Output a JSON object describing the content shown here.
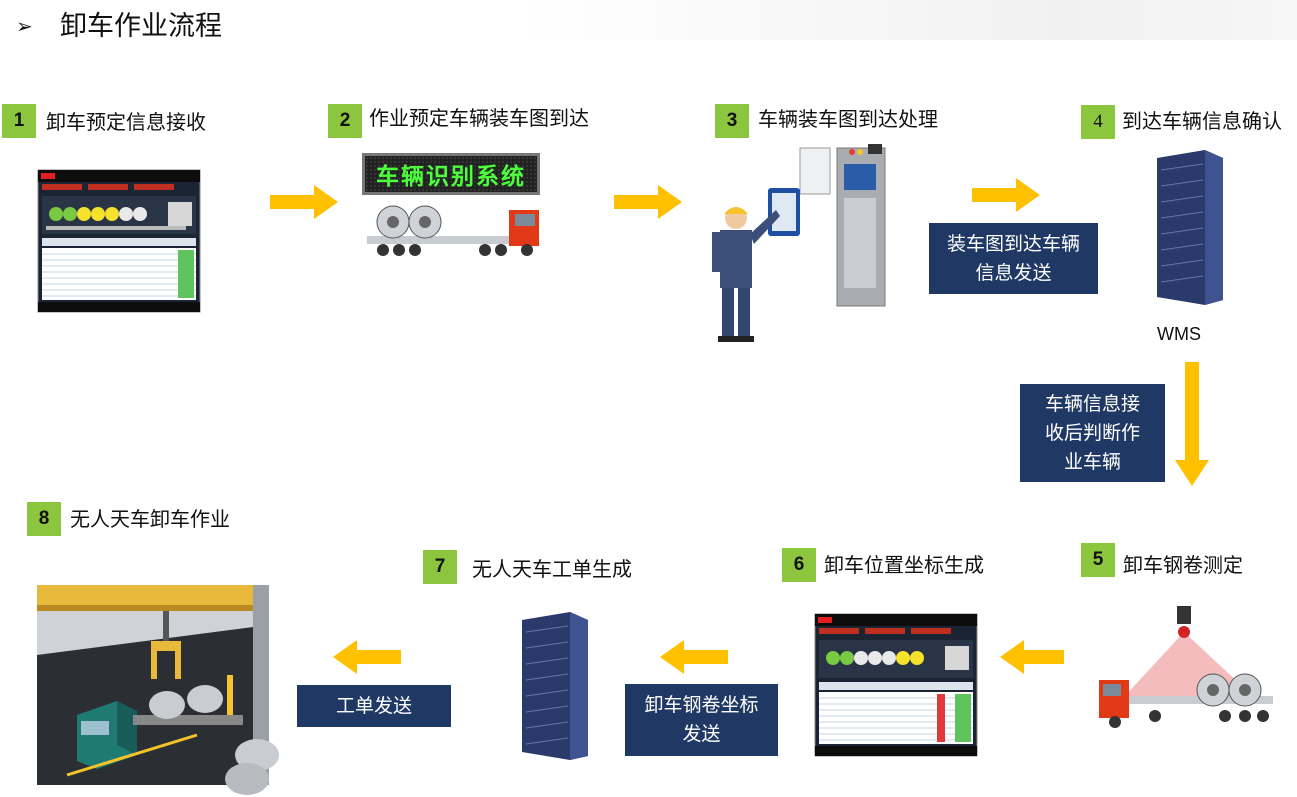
{
  "title": {
    "bullet": "➢",
    "text": "卸车作业流程"
  },
  "steps": [
    {
      "num": "1",
      "label": "卸车预定信息接收"
    },
    {
      "num": "2",
      "label": "作业预定车辆装车图到达"
    },
    {
      "num": "3",
      "label": "车辆装车图到达处理"
    },
    {
      "num": "4",
      "label": "到达车辆信息确认"
    },
    {
      "num": "5",
      "label": "卸车钢卷测定"
    },
    {
      "num": "6",
      "label": "卸车位置坐标生成"
    },
    {
      "num": "7",
      "label": "无人天车工单生成"
    },
    {
      "num": "8",
      "label": "无人天车卸车作业"
    }
  ],
  "messages": {
    "load_map_send": [
      "装车图到达车辆",
      "信息发送"
    ],
    "vehicle_judge": [
      "车辆信息接",
      "收后判断作",
      "业车辆"
    ],
    "coil_coord_send": [
      "卸车钢卷坐标",
      "发送"
    ],
    "work_order_send": [
      "工单发送"
    ]
  },
  "server_label": "WMS",
  "led_sign_text": "车辆识别系统",
  "colors": {
    "badge": "#8cc63f",
    "arrow": "#ffc000",
    "message_box": "#1f3864",
    "led_text": "#4cff3a"
  }
}
